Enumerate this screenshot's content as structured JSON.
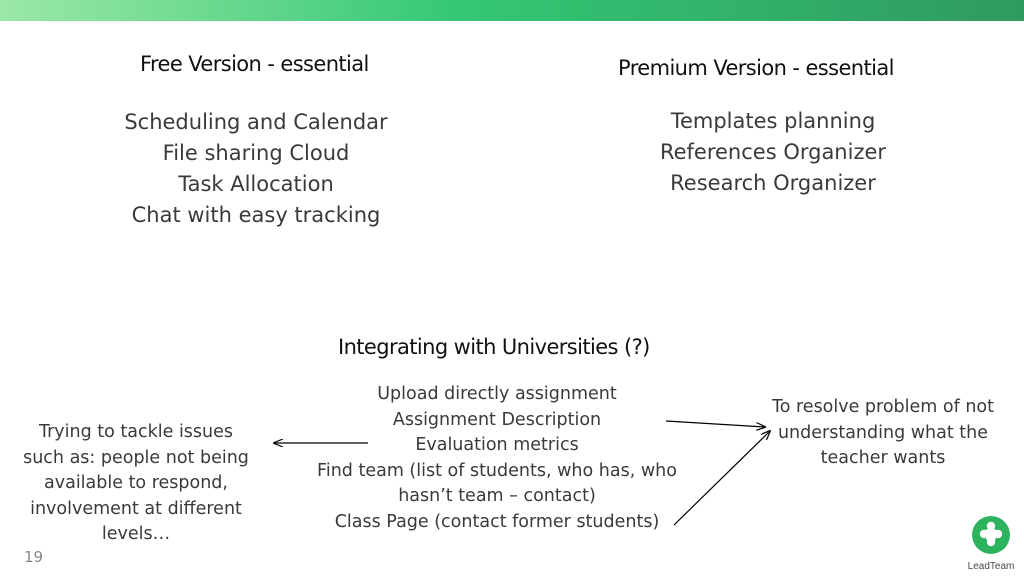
{
  "free": {
    "title": "Free Version - essential",
    "items": [
      "Scheduling and Calendar",
      "File sharing Cloud",
      "Task Allocation",
      "Chat with easy tracking"
    ]
  },
  "premium": {
    "title": "Premium Version - essential",
    "items": [
      "Templates planning",
      "References Organizer",
      "Research Organizer"
    ]
  },
  "integration": {
    "title": "Integrating with Universities (?)",
    "items": [
      "Upload directly assignment",
      "Assignment Description",
      "Evaluation metrics",
      "Find team (list of students, who has, who",
      "hasn’t team – contact)",
      "Class Page (contact former students)"
    ]
  },
  "left_note": {
    "lines": [
      "Trying to tackle issues",
      "such as: people not being",
      "available to respond,",
      "involvement at different",
      "levels…"
    ]
  },
  "right_note": {
    "lines": [
      "To resolve problem of not",
      "understanding what the",
      "teacher wants"
    ]
  },
  "page_number": "19",
  "logo": {
    "text": "LeadTeam",
    "color": "#2db35d"
  },
  "colors": {
    "accent": "#34c775",
    "text": "#333333"
  }
}
